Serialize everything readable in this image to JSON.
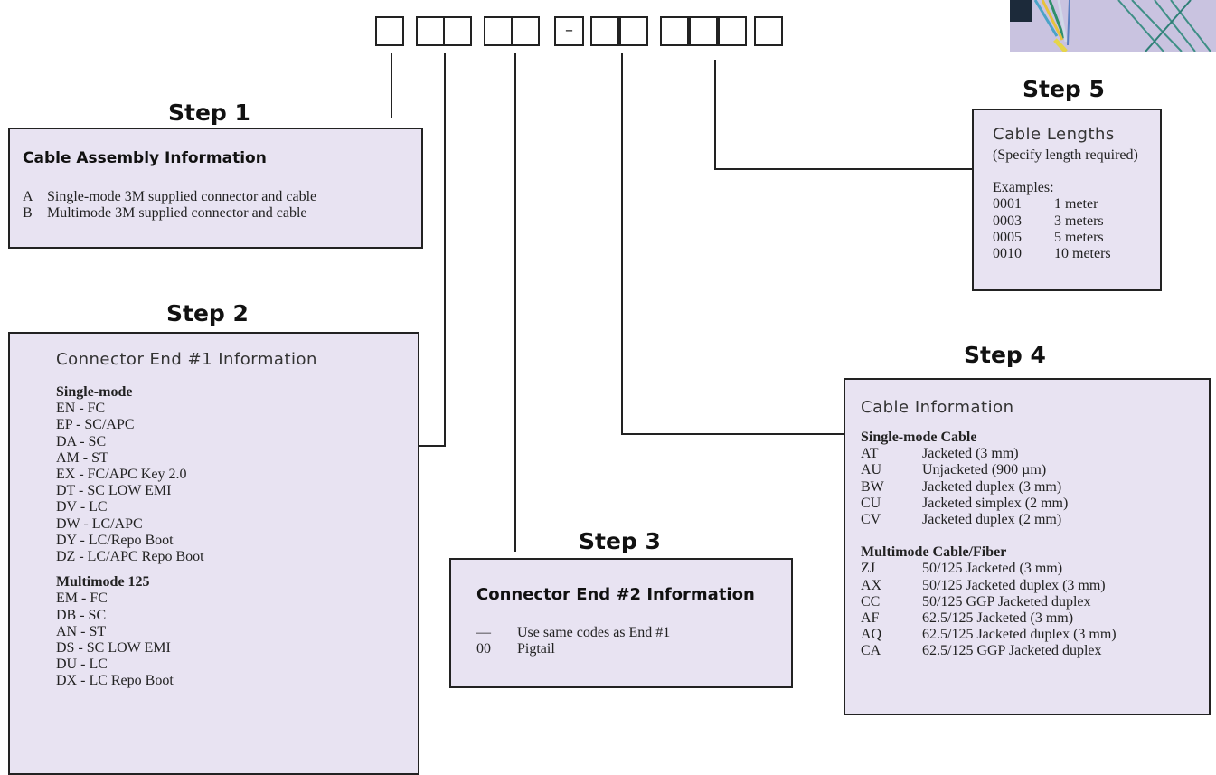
{
  "code_boxes": {
    "separator": "–"
  },
  "step1": {
    "title": "Step 1",
    "heading": "Cable Assembly Information",
    "rows": [
      {
        "code": "A",
        "text": "Single-mode 3M supplied connector and cable"
      },
      {
        "code": "B",
        "text": "Multimode 3M supplied connector and cable"
      }
    ]
  },
  "step2": {
    "title": "Step 2",
    "heading": "Connector End #1 Information",
    "groups": [
      {
        "label": "Single-mode",
        "items": [
          "EN - FC",
          "EP - SC/APC",
          "DA - SC",
          "AM - ST",
          "EX - FC/APC Key 2.0",
          "DT - SC LOW EMI",
          "DV - LC",
          "DW - LC/APC",
          "DY - LC/Repo Boot",
          "DZ - LC/APC Repo Boot"
        ]
      },
      {
        "label": "Multimode 125",
        "items": [
          "EM - FC",
          "DB - SC",
          "AN - ST",
          "DS - SC LOW EMI",
          "DU - LC",
          "DX - LC Repo Boot"
        ]
      }
    ]
  },
  "step3": {
    "title": "Step 3",
    "heading": "Connector End #2 Information",
    "rows": [
      {
        "code": "—",
        "text": "Use same codes as End #1"
      },
      {
        "code": "00",
        "text": "Pigtail"
      }
    ]
  },
  "step4": {
    "title": "Step 4",
    "heading": "Cable Information",
    "groups": [
      {
        "label": "Single-mode Cable",
        "rows": [
          {
            "code": "AT",
            "text": "Jacketed (3 mm)"
          },
          {
            "code": "AU",
            "text": "Unjacketed (900 µm)"
          },
          {
            "code": "BW",
            "text": "Jacketed duplex (3 mm)"
          },
          {
            "code": "CU",
            "text": "Jacketed simplex (2 mm)"
          },
          {
            "code": "CV",
            "text": "Jacketed duplex (2 mm)"
          }
        ]
      },
      {
        "label": "Multimode Cable/Fiber",
        "rows": [
          {
            "code": "ZJ",
            "text": "50/125 Jacketed (3 mm)"
          },
          {
            "code": "AX",
            "text": "50/125 Jacketed duplex (3 mm)"
          },
          {
            "code": "CC",
            "text": "50/125 GGP Jacketed duplex"
          },
          {
            "code": "AF",
            "text": "62.5/125 Jacketed (3 mm)"
          },
          {
            "code": "AQ",
            "text": "62.5/125 Jacketed duplex (3 mm)"
          },
          {
            "code": "CA",
            "text": "62.5/125 GGP Jacketed duplex"
          }
        ]
      }
    ]
  },
  "step5": {
    "title": "Step 5",
    "heading": "Cable Lengths",
    "subheading": "(Specify length required)",
    "examples_label": "Examples:",
    "rows": [
      {
        "code": "0001",
        "text": "1 meter"
      },
      {
        "code": "0003",
        "text": "3 meters"
      },
      {
        "code": "0005",
        "text": "5 meters"
      },
      {
        "code": "0010",
        "text": "10 meters"
      }
    ]
  }
}
